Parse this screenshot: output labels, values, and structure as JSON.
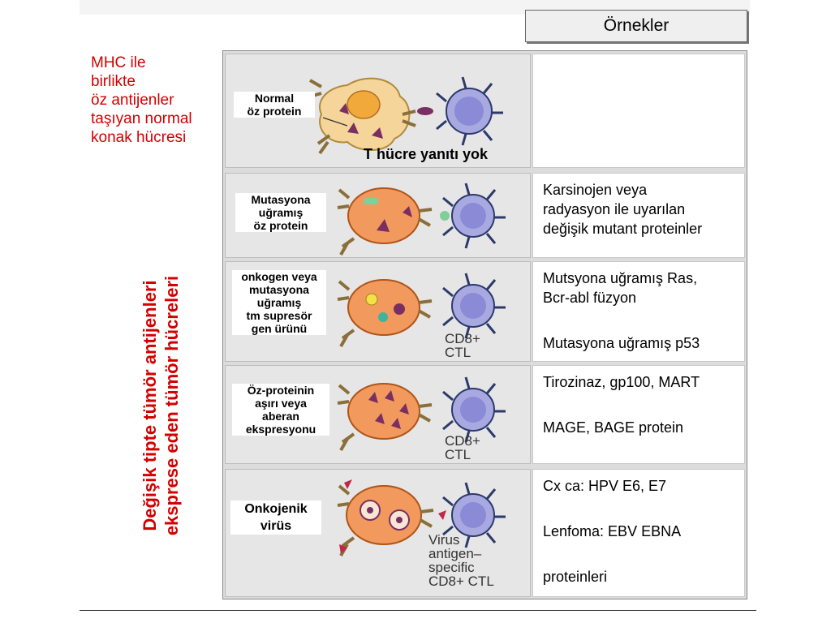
{
  "header": {
    "title": "Örnekler"
  },
  "left_note": {
    "lines": [
      "MHC ile",
      "birlikte",
      "öz antijenler",
      "taşıyan normal",
      "konak hücresi"
    ]
  },
  "vertical_label": {
    "line1": "Değişik tipte tümör antijenleri",
    "line2": "eksprese eden tümör hücreleri"
  },
  "rows": [
    {
      "label_lines": [
        "Normal",
        "öz protein"
      ],
      "caption": "T hücre yanıtı yok",
      "examples": []
    },
    {
      "label_lines": [
        "Mutasyona",
        "uğramış",
        "öz protein"
      ],
      "examples": [
        "Karsinojen veya",
        "radyasyon ile uyarılan",
        "değişik mutant proteinler"
      ]
    },
    {
      "label_lines": [
        "onkogen veya",
        "mutasyona",
        "uğramış",
        "tm supresör",
        "gen ürünü"
      ],
      "ctl": [
        "CD8+",
        "CTL"
      ],
      "examples": [
        "Mutsyona uğramış Ras,",
        "Bcr-abl füzyon",
        "",
        "Mutasyona uğramış p53"
      ]
    },
    {
      "label_lines": [
        "Öz-proteinin",
        "aşırı veya",
        "aberan",
        "ekspresyonu"
      ],
      "ctl": [
        "CD8+",
        "CTL"
      ],
      "examples": [
        "Tirozinaz, gp100, MART",
        "",
        "MAGE, BAGE protein"
      ]
    },
    {
      "label_lines": [
        "Onkojenik",
        "virüs"
      ],
      "ctl": [
        "Virus",
        "antigen–",
        "specific",
        "CD8+ CTL"
      ],
      "examples": [
        "Cx ca: HPV E6, E7",
        "",
        "Lenfoma: EBV EBNA",
        "",
        "proteinleri"
      ]
    }
  ],
  "colors": {
    "red_text": "#d40000",
    "tumor_cell": "#f29a5e",
    "normal_cell": "#f5d59a",
    "t_cell": "#a9a9e2"
  }
}
